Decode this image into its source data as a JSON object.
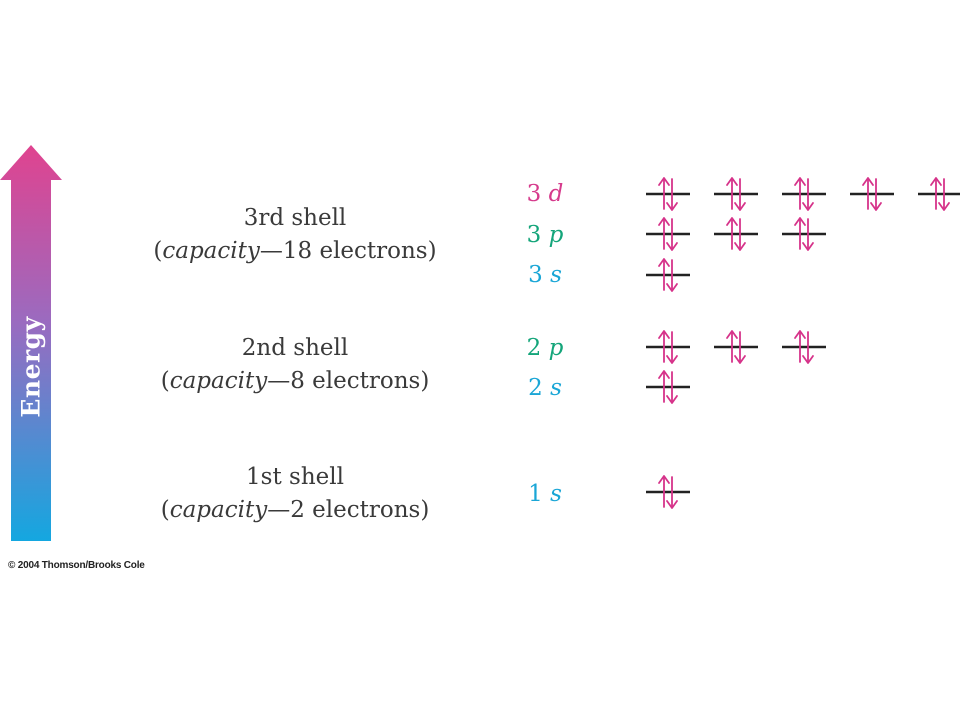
{
  "energy_label": "Energy",
  "shells": [
    {
      "name": "3rd shell",
      "capacity_word": "capacity",
      "capacity_rest": "—18 electrons"
    },
    {
      "name": "2nd shell",
      "capacity_word": "capacity",
      "capacity_rest": "—8 electrons"
    },
    {
      "name": "1st shell",
      "capacity_word": "capacity",
      "capacity_rest": "—2 electrons"
    }
  ],
  "subshells": [
    {
      "number": "3",
      "letter": "d",
      "orbitals": 5
    },
    {
      "number": "3",
      "letter": "p",
      "orbitals": 3
    },
    {
      "number": "3",
      "letter": "s",
      "orbitals": 1
    },
    {
      "number": "2",
      "letter": "p",
      "orbitals": 3
    },
    {
      "number": "2",
      "letter": "s",
      "orbitals": 1
    },
    {
      "number": "1",
      "letter": "s",
      "orbitals": 1
    }
  ],
  "colors": {
    "arrow_top": "#e0438f",
    "arrow_mid": "#9a6bc0",
    "arrow_bottom": "#14a7e0",
    "d_label": "#d63a8c",
    "p_label": "#14a57a",
    "s_label": "#1aa6d6",
    "electron_arrow": "#d6338a",
    "orbital_line": "#222222"
  },
  "copyright": "© 2004 Thomson/Brooks Cole"
}
